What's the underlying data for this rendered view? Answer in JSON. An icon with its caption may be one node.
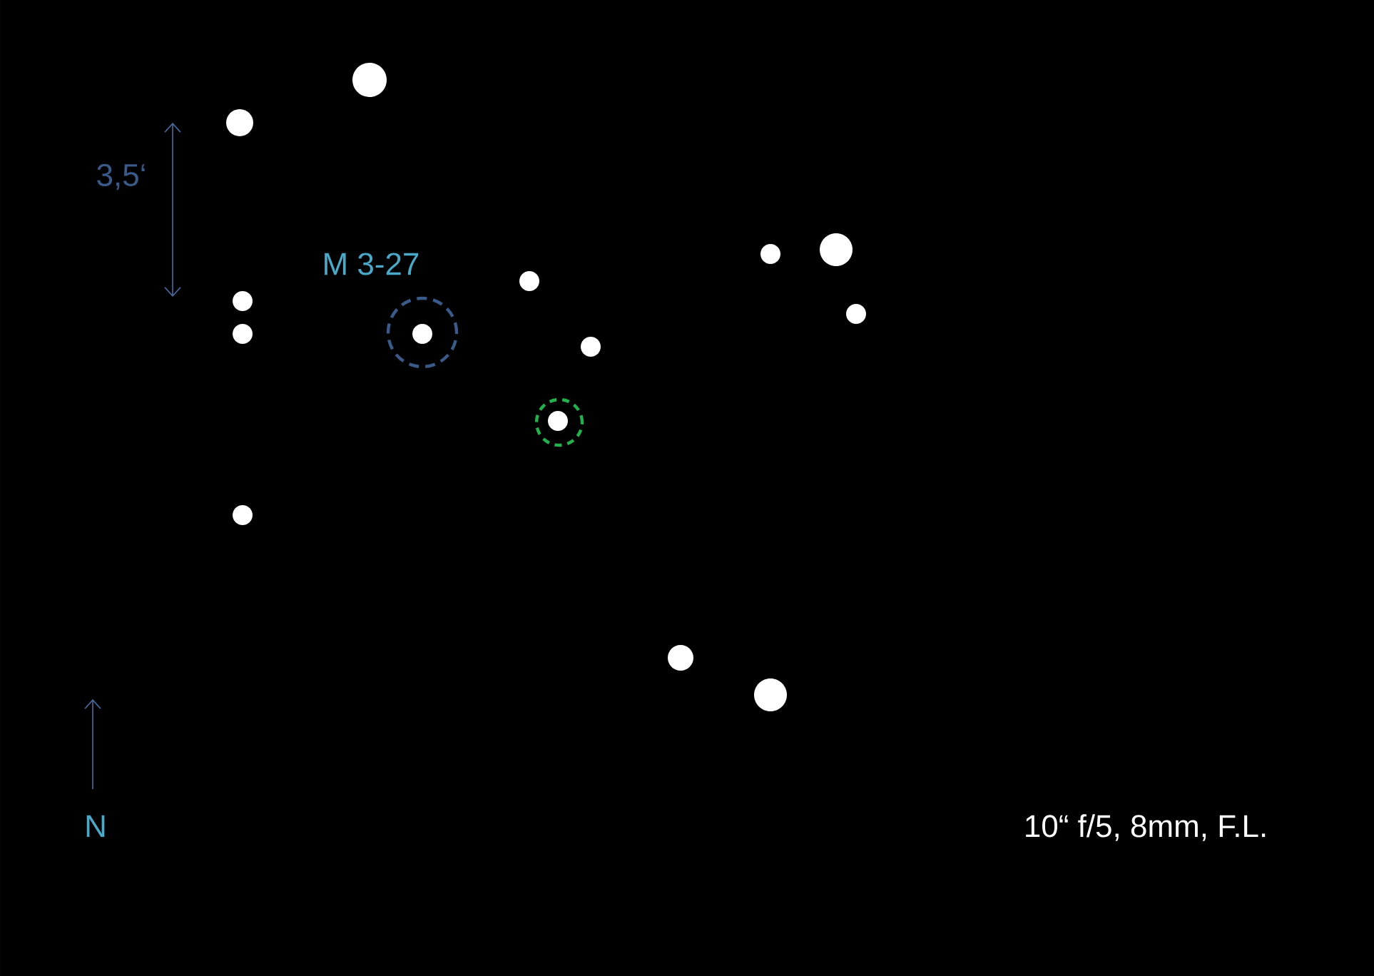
{
  "diagram": {
    "labels": [
      "3,5‘",
      "M 3-27",
      "N",
      "10“ f/5, 8mm, F.L."
    ]
  }
}
